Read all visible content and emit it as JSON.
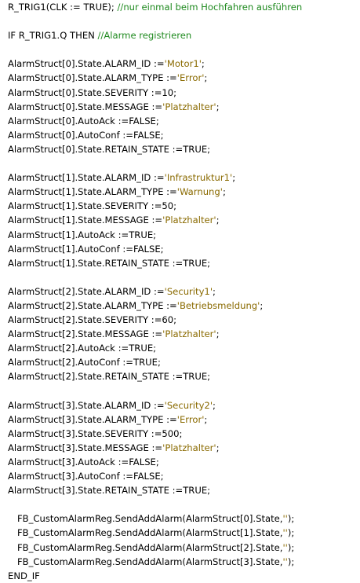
{
  "lines": [
    {
      "pre": "R_TRIG1(CLK := TRUE); ",
      "comment": "//nur einmal beim Hochfahren ausführen"
    },
    {
      "pre": "IF R_TRIG1.Q THEN ",
      "comment": "//Alarme registrieren"
    },
    {
      "pre": "AlarmStruct[0].State.ALARM_ID :=",
      "str": "'Motor1'",
      "post": ";"
    },
    {
      "pre": "AlarmStruct[0].State.ALARM_TYPE :=",
      "str": "'Error'",
      "post": ";"
    },
    {
      "pre": "AlarmStruct[0].State.SEVERITY :=10;"
    },
    {
      "pre": "AlarmStruct[0].State.MESSAGE :=",
      "str": "'Platzhalter'",
      "post": ";"
    },
    {
      "pre": "AlarmStruct[0].AutoAck :=FALSE;"
    },
    {
      "pre": "AlarmStruct[0].AutoConf :=FALSE;"
    },
    {
      "pre": "AlarmStruct[0].State.RETAIN_STATE :=TRUE;"
    },
    {
      "pre": "AlarmStruct[1].State.ALARM_ID :=",
      "str": "'Infrastruktur1'",
      "post": ";"
    },
    {
      "pre": "AlarmStruct[1].State.ALARM_TYPE :=",
      "str": "'Warnung'",
      "post": ";"
    },
    {
      "pre": "AlarmStruct[1].State.SEVERITY :=50;"
    },
    {
      "pre": "AlarmStruct[1].State.MESSAGE :=",
      "str": "'Platzhalter'",
      "post": ";"
    },
    {
      "pre": "AlarmStruct[1].AutoAck :=TRUE;"
    },
    {
      "pre": "AlarmStruct[1].AutoConf :=FALSE;"
    },
    {
      "pre": "AlarmStruct[1].State.RETAIN_STATE :=TRUE;"
    },
    {
      "pre": "AlarmStruct[2].State.ALARM_ID :=",
      "str": "'Security1'",
      "post": ";"
    },
    {
      "pre": "AlarmStruct[2].State.ALARM_TYPE :=",
      "str": "'Betriebsmeldung'",
      "post": ";"
    },
    {
      "pre": "AlarmStruct[2].State.SEVERITY :=60;"
    },
    {
      "pre": "AlarmStruct[2].State.MESSAGE :=",
      "str": "'Platzhalter'",
      "post": ";"
    },
    {
      "pre": "AlarmStruct[2].AutoAck :=TRUE;"
    },
    {
      "pre": "AlarmStruct[2].AutoConf :=TRUE;"
    },
    {
      "pre": "AlarmStruct[2].State.RETAIN_STATE :=TRUE;"
    },
    {
      "pre": "AlarmStruct[3].State.ALARM_ID :=",
      "str": "'Security2'",
      "post": ";"
    },
    {
      "pre": "AlarmStruct[3].State.ALARM_TYPE :=",
      "str": "'Error'",
      "post": ";"
    },
    {
      "pre": "AlarmStruct[3].State.SEVERITY :=500;"
    },
    {
      "pre": "AlarmStruct[3].State.MESSAGE :=",
      "str": "'Platzhalter'",
      "post": ";"
    },
    {
      "pre": "AlarmStruct[3].AutoAck :=FALSE;"
    },
    {
      "pre": "AlarmStruct[3].AutoConf :=FALSE;"
    },
    {
      "pre": "AlarmStruct[3].State.RETAIN_STATE :=TRUE;"
    },
    {
      "pre": "FB_CustomAlarmReg.SendAddAlarm(AlarmStruct[0].State,",
      "str": "''",
      "post": ");"
    },
    {
      "pre": "FB_CustomAlarmReg.SendAddAlarm(AlarmStruct[1].State,",
      "str": "''",
      "post": ");"
    },
    {
      "pre": "FB_CustomAlarmReg.SendAddAlarm(AlarmStruct[2].State,",
      "str": "''",
      "post": ");"
    },
    {
      "pre": "FB_CustomAlarmReg.SendAddAlarm(AlarmStruct[3].State,",
      "str": "''",
      "post": ");"
    },
    {
      "pre": "END_IF"
    }
  ],
  "colors": {
    "comment": "#1f8a1f",
    "string": "#8a6a00",
    "text": "#000000",
    "background": "#ffffff"
  }
}
